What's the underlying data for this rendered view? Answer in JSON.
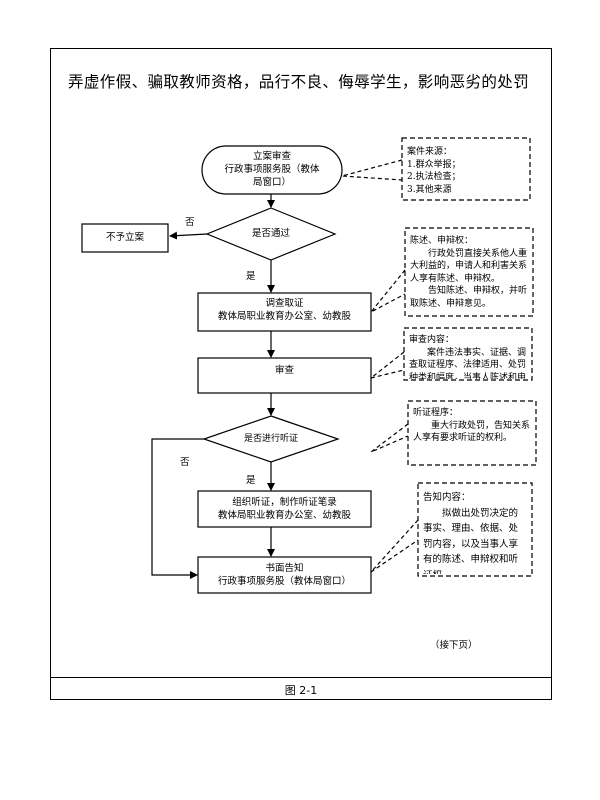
{
  "title": "弄虚作假、骗取教师资格，品行不良、侮辱学生，影响恶劣的处罚",
  "nodes": {
    "start": {
      "line1": "立案审查",
      "line2": "行政事项服务股（教体",
      "line3": "局窗口）"
    },
    "decision1": "是否通过",
    "reject": "不予立案",
    "investigate": {
      "line1": "调查取证",
      "line2": "教体局职业教育办公室、幼教股"
    },
    "review": "审查",
    "decision2": "是否进行听证",
    "hearing": {
      "line1": "组织听证，制作听证笔录",
      "line2": "教体局职业教育办公室、幼教股"
    },
    "notice": {
      "line1": "书面告知",
      "line2": "行政事项服务股（教体局窗口）"
    }
  },
  "labels": {
    "no1": "否",
    "yes1": "是",
    "no2": "否",
    "yes2": "是"
  },
  "notes": {
    "source": {
      "title": "案件来源：",
      "lines": [
        "1.群众举报；",
        "2.执法检查；",
        "3.其他来源"
      ]
    },
    "defense": {
      "title": "陈述、申辩权：",
      "body1": "行政处罚直接关系他人重大利益的，申请人和利害关系人享有陈述、申辩权。",
      "body2": "告知陈述、申辩权，并听取陈述、申辩意见。"
    },
    "reviewContent": {
      "title": "审查内容：",
      "body": "案件违法事实、证据、调查取证程序、法律适用、处罚种类和幅度，当事人陈述和申辩理由等。"
    },
    "hearingProc": {
      "title": "听证程序：",
      "body": "重大行政处罚，告知关系人享有要求听证的权利。"
    },
    "noticeContent": {
      "title": "告知内容：",
      "body": "拟做出处罚决定的事实、理由、依据、处罚内容，以及当事人享有的陈述、申辩权和听证权。"
    }
  },
  "continued": "（接下页）",
  "figure_caption": "图 2-1"
}
